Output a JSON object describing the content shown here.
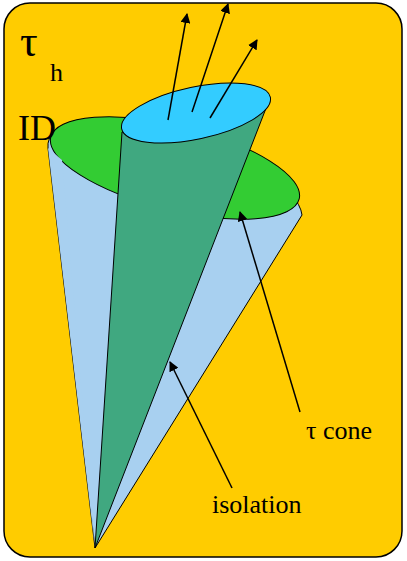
{
  "diagram": {
    "labels": [
      "τ",
      "h",
      "ID",
      "τ cone",
      "isolation"
    ]
  }
}
